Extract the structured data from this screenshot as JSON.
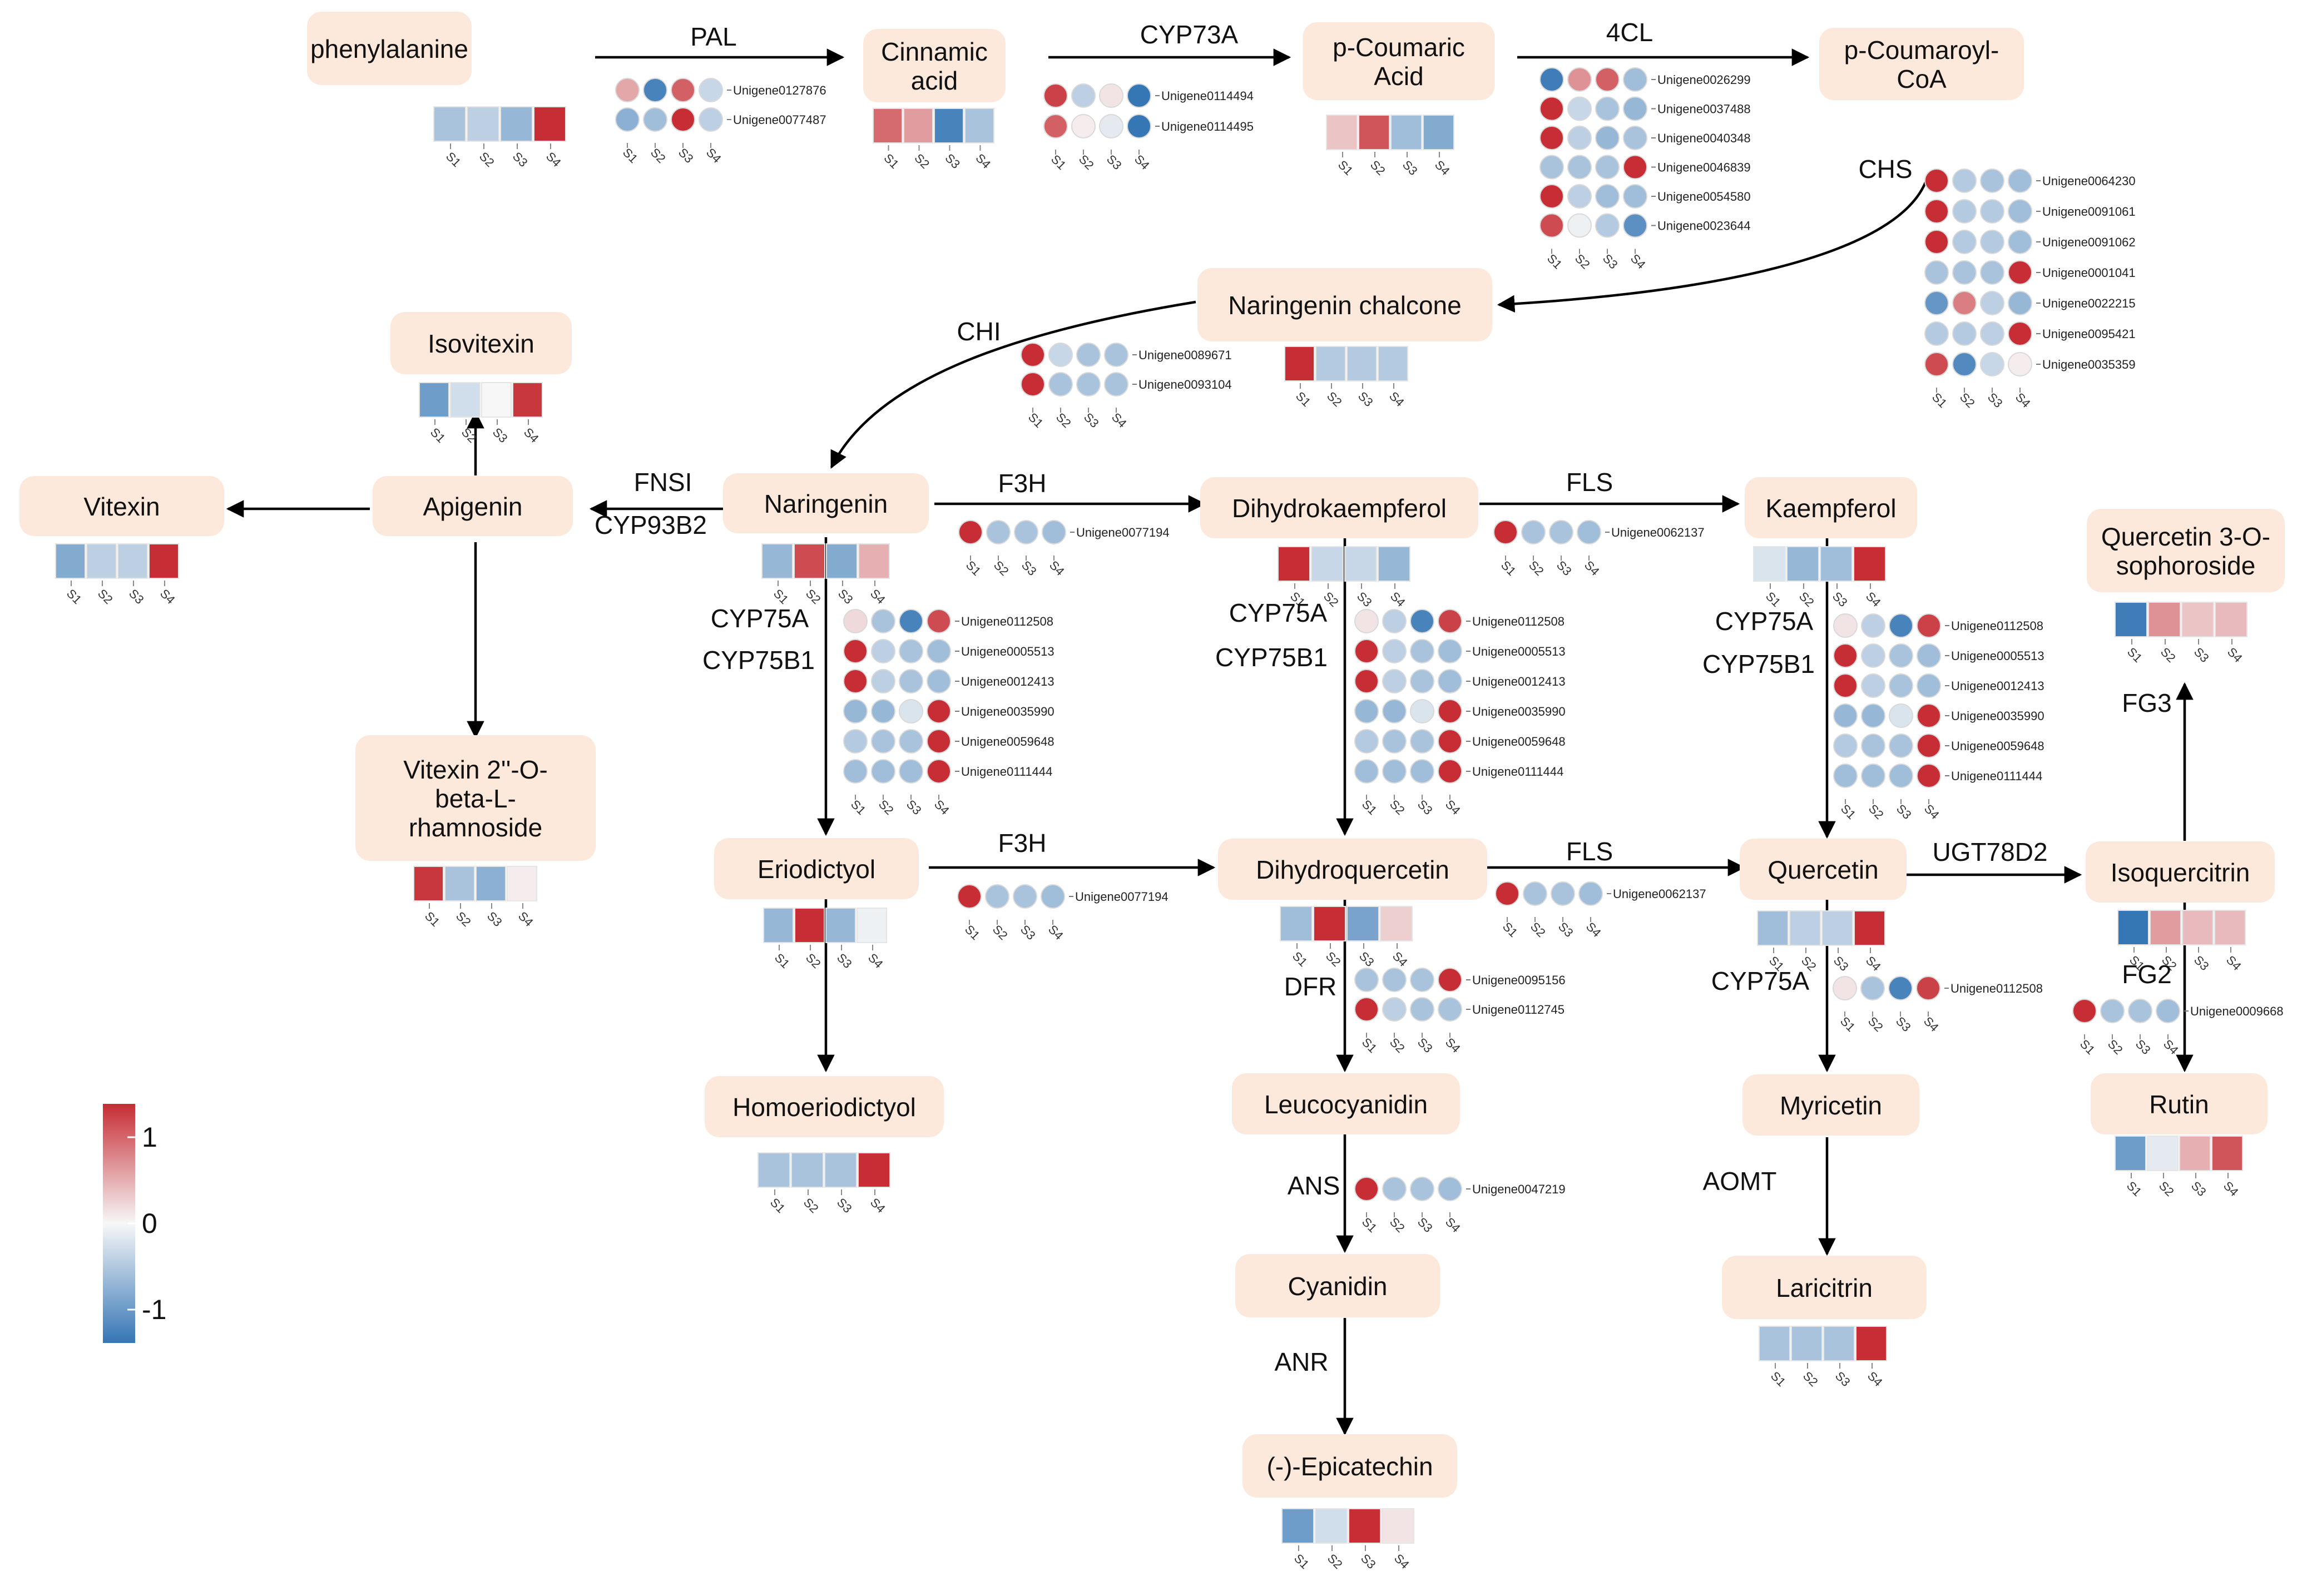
{
  "colors": {
    "high": "#c62d34",
    "mid": "#f7f7f7",
    "low": "#3576b5",
    "node_fill": "#fde9dc",
    "arrow": "#000000"
  },
  "samples": [
    "S1",
    "S2",
    "S3",
    "S4"
  ],
  "legend": {
    "ticks": [
      {
        "label": "1",
        "value": 1
      },
      {
        "label": "0",
        "value": 0
      },
      {
        "label": "-1",
        "value": -1
      }
    ]
  },
  "nodes": [
    {
      "id": "phenylalanine",
      "label": [
        "phenylalanine"
      ],
      "heat": [
        -0.4,
        -0.3,
        -0.5,
        1.0
      ]
    },
    {
      "id": "cinnamic",
      "label": [
        "Cinnamic",
        "acid"
      ],
      "heat": [
        0.7,
        0.45,
        -0.9,
        -0.4
      ]
    },
    {
      "id": "pcoumaric",
      "label": [
        "p-Coumaric",
        "Acid"
      ],
      "heat": [
        0.25,
        0.8,
        -0.45,
        -0.6
      ]
    },
    {
      "id": "pcoumaroyl",
      "label": [
        "p-Coumaroyl-",
        "CoA"
      ],
      "heat": []
    },
    {
      "id": "naringeninchalcone",
      "label": [
        "Naringenin chalcone"
      ],
      "heat": [
        1.0,
        -0.35,
        -0.35,
        -0.35
      ]
    },
    {
      "id": "isovitexin",
      "label": [
        "Isovitexin"
      ],
      "heat": [
        -0.7,
        -0.2,
        0.0,
        0.95
      ]
    },
    {
      "id": "vitexin",
      "label": [
        "Vitexin"
      ],
      "heat": [
        -0.6,
        -0.3,
        -0.3,
        1.0
      ]
    },
    {
      "id": "apigenin",
      "label": [
        "Apigenin"
      ],
      "heat": []
    },
    {
      "id": "naringenin",
      "label": [
        "Naringenin"
      ],
      "heat": [
        -0.5,
        0.85,
        -0.6,
        0.35
      ]
    },
    {
      "id": "vitexinrham",
      "label": [
        "Vitexin 2''-O-",
        "beta-L-",
        "rhamnoside"
      ],
      "heat": [
        0.95,
        -0.4,
        -0.55,
        0.05
      ]
    },
    {
      "id": "eriodictyol",
      "label": [
        "Eriodictyol"
      ],
      "heat": [
        -0.5,
        1.0,
        -0.5,
        -0.05
      ]
    },
    {
      "id": "homoeriodictyol",
      "label": [
        "Homoeriodictyol"
      ],
      "heat": [
        -0.4,
        -0.4,
        -0.4,
        1.0
      ]
    },
    {
      "id": "dihydrokaempferol",
      "label": [
        "Dihydrokaempferol"
      ],
      "heat": [
        1.0,
        -0.25,
        -0.25,
        -0.5
      ]
    },
    {
      "id": "kaempferol",
      "label": [
        "Kaempferol"
      ],
      "heat": [
        -0.15,
        -0.5,
        -0.45,
        1.0
      ]
    },
    {
      "id": "quercetinsoph",
      "label": [
        "Quercetin 3-O-",
        "sophoroside"
      ],
      "heat": [
        -0.95,
        0.5,
        0.25,
        0.3
      ]
    },
    {
      "id": "dihydroquercetin",
      "label": [
        "Dihydroquercetin"
      ],
      "heat": [
        -0.45,
        1.0,
        -0.65,
        0.2
      ]
    },
    {
      "id": "quercetin",
      "label": [
        "Quercetin"
      ],
      "heat": [
        -0.45,
        -0.3,
        -0.3,
        1.0
      ]
    },
    {
      "id": "isoquercitrin",
      "label": [
        "Isoquercitrin"
      ],
      "heat": [
        -1.0,
        0.45,
        0.3,
        0.3
      ]
    },
    {
      "id": "leucocyanidin",
      "label": [
        "Leucocyanidin"
      ],
      "heat": []
    },
    {
      "id": "myricetin",
      "label": [
        "Myricetin"
      ],
      "heat": []
    },
    {
      "id": "rutin",
      "label": [
        "Rutin"
      ],
      "heat": [
        -0.7,
        -0.1,
        0.35,
        0.8
      ]
    },
    {
      "id": "cyanidin",
      "label": [
        "Cyanidin"
      ],
      "heat": []
    },
    {
      "id": "laricitrin",
      "label": [
        "Laricitrin"
      ],
      "heat": [
        -0.4,
        -0.4,
        -0.4,
        1.0
      ]
    },
    {
      "id": "epicatechin",
      "label": [
        "(-)-Epicatechin"
      ],
      "heat": [
        -0.7,
        -0.2,
        1.0,
        0.1
      ]
    }
  ],
  "enzymes": [
    {
      "id": "e-pal",
      "label": "PAL"
    },
    {
      "id": "e-cyp73a",
      "label": "CYP73A"
    },
    {
      "id": "e-4cl",
      "label": "4CL"
    },
    {
      "id": "e-chs",
      "label": "CHS"
    },
    {
      "id": "e-chi",
      "label": "CHI"
    },
    {
      "id": "e-fnsi",
      "label": "FNSI"
    },
    {
      "id": "e-cyp93b2",
      "label": "CYP93B2"
    },
    {
      "id": "e-f3h-1",
      "label": "F3H"
    },
    {
      "id": "e-fls-1",
      "label": "FLS"
    },
    {
      "id": "e-cyp75a-1",
      "label": "CYP75A"
    },
    {
      "id": "e-cyp75b1-1",
      "label": "CYP75B1"
    },
    {
      "id": "e-cyp75a-2",
      "label": "CYP75A"
    },
    {
      "id": "e-cyp75b1-2",
      "label": "CYP75B1"
    },
    {
      "id": "e-cyp75a-3",
      "label": "CYP75A"
    },
    {
      "id": "e-cyp75b1-3",
      "label": "CYP75B1"
    },
    {
      "id": "e-fg3",
      "label": "FG3"
    },
    {
      "id": "e-f3h-2",
      "label": "F3H"
    },
    {
      "id": "e-fls-2",
      "label": "FLS"
    },
    {
      "id": "e-ugt78d2",
      "label": "UGT78D2"
    },
    {
      "id": "e-dfr",
      "label": "DFR"
    },
    {
      "id": "e-cyp75a-4",
      "label": "CYP75A"
    },
    {
      "id": "e-fg2",
      "label": "FG2"
    },
    {
      "id": "e-ans",
      "label": "ANS"
    },
    {
      "id": "e-aomt",
      "label": "AOMT"
    },
    {
      "id": "e-anr",
      "label": "ANR"
    }
  ],
  "gene_groups": [
    {
      "id": "g-pal",
      "rows": [
        {
          "gene": "Unigene0127876",
          "values": [
            0.4,
            -0.9,
            0.75,
            -0.25
          ]
        },
        {
          "gene": "Unigene0077487",
          "values": [
            -0.55,
            -0.45,
            1.0,
            -0.3
          ]
        }
      ]
    },
    {
      "id": "g-cyp73a",
      "rows": [
        {
          "gene": "Unigene0114494",
          "values": [
            0.9,
            -0.3,
            0.1,
            -1.0
          ]
        },
        {
          "gene": "Unigene0114495",
          "values": [
            0.75,
            0.05,
            -0.1,
            -1.0
          ]
        }
      ]
    },
    {
      "id": "g-4cl",
      "rows": [
        {
          "gene": "Unigene0026299",
          "values": [
            -0.95,
            0.5,
            0.75,
            -0.45
          ]
        },
        {
          "gene": "Unigene0037488",
          "values": [
            1.0,
            -0.25,
            -0.4,
            -0.5
          ]
        },
        {
          "gene": "Unigene0040348",
          "values": [
            1.0,
            -0.3,
            -0.5,
            -0.4
          ]
        },
        {
          "gene": "Unigene0046839",
          "values": [
            -0.4,
            -0.4,
            -0.4,
            1.0
          ]
        },
        {
          "gene": "Unigene0054580",
          "values": [
            1.0,
            -0.3,
            -0.45,
            -0.45
          ]
        },
        {
          "gene": "Unigene0023644",
          "values": [
            0.85,
            -0.05,
            -0.35,
            -0.8
          ]
        }
      ]
    },
    {
      "id": "g-chs",
      "rows": [
        {
          "gene": "Unigene0064230",
          "values": [
            1.0,
            -0.35,
            -0.4,
            -0.45
          ]
        },
        {
          "gene": "Unigene0091061",
          "values": [
            1.0,
            -0.35,
            -0.35,
            -0.45
          ]
        },
        {
          "gene": "Unigene0091062",
          "values": [
            1.0,
            -0.35,
            -0.35,
            -0.45
          ]
        },
        {
          "gene": "Unigene0001041",
          "values": [
            -0.4,
            -0.4,
            -0.4,
            1.0
          ]
        },
        {
          "gene": "Unigene0022215",
          "values": [
            -0.75,
            0.6,
            -0.3,
            -0.5
          ]
        },
        {
          "gene": "Unigene0095421",
          "values": [
            -0.35,
            -0.35,
            -0.3,
            1.0
          ]
        },
        {
          "gene": "Unigene0035359",
          "values": [
            0.85,
            -0.85,
            -0.25,
            0.05
          ]
        }
      ]
    },
    {
      "id": "g-chi",
      "rows": [
        {
          "gene": "Unigene0089671",
          "values": [
            1.0,
            -0.25,
            -0.4,
            -0.4
          ]
        },
        {
          "gene": "Unigene0093104",
          "values": [
            1.0,
            -0.4,
            -0.4,
            -0.4
          ]
        }
      ]
    },
    {
      "id": "g-f3h-1",
      "rows": [
        {
          "gene": "Unigene0077194",
          "values": [
            1.0,
            -0.4,
            -0.4,
            -0.45
          ]
        }
      ]
    },
    {
      "id": "g-fls-1",
      "rows": [
        {
          "gene": "Unigene0062137",
          "values": [
            1.0,
            -0.4,
            -0.4,
            -0.45
          ]
        }
      ]
    },
    {
      "id": "g-cyp75-1",
      "rows": [
        {
          "gene": "Unigene0112508",
          "values": [
            0.15,
            -0.4,
            -0.9,
            0.85
          ]
        },
        {
          "gene": "Unigene0005513",
          "values": [
            1.0,
            -0.3,
            -0.4,
            -0.45
          ]
        },
        {
          "gene": "Unigene0012413",
          "values": [
            1.0,
            -0.3,
            -0.4,
            -0.45
          ]
        },
        {
          "gene": "Unigene0035990",
          "values": [
            -0.5,
            -0.5,
            -0.15,
            1.0
          ]
        },
        {
          "gene": "Unigene0059648",
          "values": [
            -0.35,
            -0.4,
            -0.4,
            1.0
          ]
        },
        {
          "gene": "Unigene0111444",
          "values": [
            -0.45,
            -0.45,
            -0.45,
            1.0
          ]
        }
      ]
    },
    {
      "id": "g-cyp75-2",
      "rows": [
        {
          "gene": "Unigene0112508",
          "values": [
            0.1,
            -0.3,
            -0.9,
            0.9
          ]
        },
        {
          "gene": "Unigene0005513",
          "values": [
            1.0,
            -0.3,
            -0.4,
            -0.45
          ]
        },
        {
          "gene": "Unigene0012413",
          "values": [
            1.0,
            -0.3,
            -0.4,
            -0.45
          ]
        },
        {
          "gene": "Unigene0035990",
          "values": [
            -0.5,
            -0.5,
            -0.15,
            1.0
          ]
        },
        {
          "gene": "Unigene0059648",
          "values": [
            -0.35,
            -0.4,
            -0.4,
            1.0
          ]
        },
        {
          "gene": "Unigene0111444",
          "values": [
            -0.45,
            -0.45,
            -0.45,
            1.0
          ]
        }
      ]
    },
    {
      "id": "g-cyp75-3",
      "rows": [
        {
          "gene": "Unigene0112508",
          "values": [
            0.1,
            -0.3,
            -0.9,
            0.9
          ]
        },
        {
          "gene": "Unigene0005513",
          "values": [
            1.0,
            -0.3,
            -0.4,
            -0.45
          ]
        },
        {
          "gene": "Unigene0012413",
          "values": [
            1.0,
            -0.3,
            -0.4,
            -0.45
          ]
        },
        {
          "gene": "Unigene0035990",
          "values": [
            -0.5,
            -0.5,
            -0.15,
            1.0
          ]
        },
        {
          "gene": "Unigene0059648",
          "values": [
            -0.35,
            -0.4,
            -0.4,
            1.0
          ]
        },
        {
          "gene": "Unigene0111444",
          "values": [
            -0.45,
            -0.45,
            -0.45,
            1.0
          ]
        }
      ]
    },
    {
      "id": "g-f3h-2",
      "rows": [
        {
          "gene": "Unigene0077194",
          "values": [
            1.0,
            -0.4,
            -0.4,
            -0.45
          ]
        }
      ]
    },
    {
      "id": "g-fls-2",
      "rows": [
        {
          "gene": "Unigene0062137",
          "values": [
            1.0,
            -0.4,
            -0.4,
            -0.45
          ]
        }
      ]
    },
    {
      "id": "g-dfr",
      "rows": [
        {
          "gene": "Unigene0095156",
          "values": [
            -0.4,
            -0.4,
            -0.4,
            1.0
          ]
        },
        {
          "gene": "Unigene0112745",
          "values": [
            1.0,
            -0.3,
            -0.4,
            -0.4
          ]
        }
      ]
    },
    {
      "id": "g-cyp75a-4",
      "rows": [
        {
          "gene": "Unigene0112508",
          "values": [
            0.1,
            -0.4,
            -0.9,
            0.9
          ]
        }
      ]
    },
    {
      "id": "g-fg2",
      "rows": [
        {
          "gene": "Unigene0009668",
          "values": [
            1.0,
            -0.4,
            -0.4,
            -0.45
          ]
        }
      ]
    },
    {
      "id": "g-ans",
      "rows": [
        {
          "gene": "Unigene0047219",
          "values": [
            1.0,
            -0.4,
            -0.4,
            -0.45
          ]
        }
      ]
    }
  ]
}
